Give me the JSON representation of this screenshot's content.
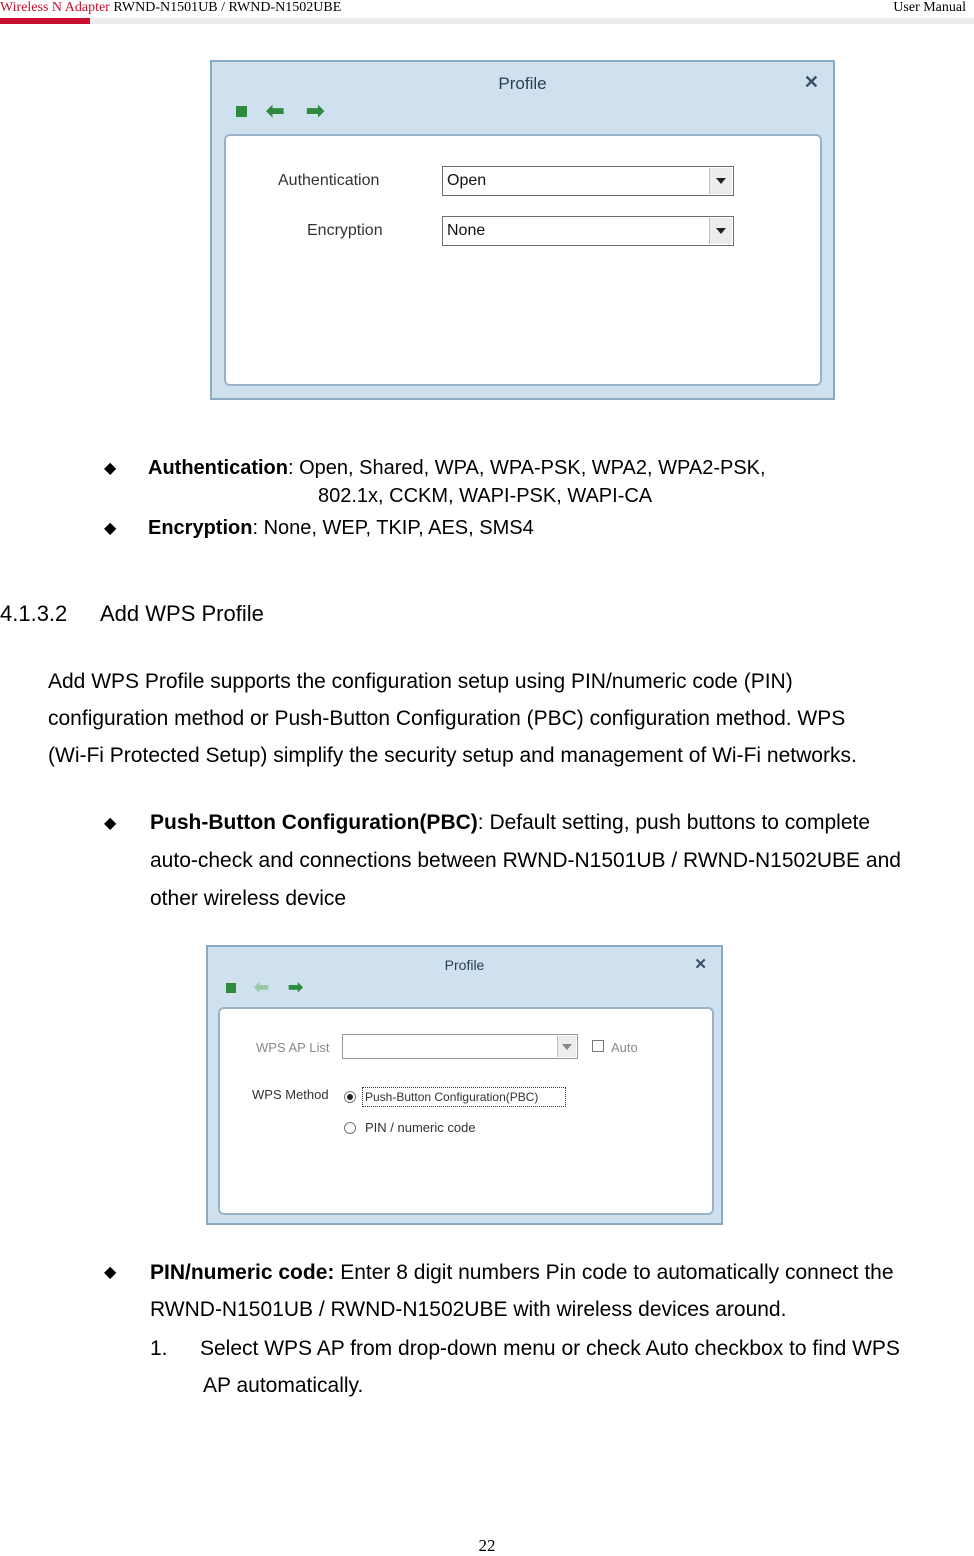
{
  "header": {
    "doc_prefix": "Wireless N Adapter",
    "doc_model": "RWND-N1501UB / RWND-N1502UBE",
    "doc_type": "User Manual"
  },
  "dialog1": {
    "title": "Profile",
    "close_glyph": "✕",
    "auth_label": "Authentication",
    "auth_value": "Open",
    "enc_label": "Encryption",
    "enc_value": "None"
  },
  "bullets1": {
    "auth_term": "Authentication",
    "auth_desc_line1": ": Open, Shared, WPA, WPA-PSK, WPA2, WPA2-PSK,",
    "auth_desc_line2": "802.1x, CCKM, WAPI-PSK, WAPI-CA",
    "enc_term": "Encryption",
    "enc_desc": ": None, WEP, TKIP, AES, SMS4"
  },
  "section": {
    "number": "4.1.3.2",
    "title": "Add WPS Profile",
    "para_lines": [
      "Add WPS Profile supports the configuration setup using PIN/numeric code (PIN)",
      "configuration method or Push-Button Configuration (PBC) configuration method. WPS",
      "(Wi-Fi Protected Setup) simplify the security setup and management of Wi-Fi networks."
    ]
  },
  "pbc_bullet": {
    "term": "Push-Button Configuration(PBC)",
    "line1": ": Default setting, push buttons to complete",
    "line2": "auto-check and connections between RWND-N1501UB / RWND-N1502UBE and",
    "line3": "other wireless device"
  },
  "dialog2": {
    "title": "Profile",
    "close_glyph": "✕",
    "ap_list_label": "WPS AP List",
    "ap_list_value": "",
    "auto_label": "Auto",
    "method_label": "WPS Method",
    "pbc_option": "Push-Button Configuration(PBC)",
    "pin_option": "PIN / numeric code"
  },
  "pin_bullet": {
    "term": "PIN/numeric code:",
    "line1": " Enter 8 digit numbers Pin code to automatically connect the",
    "line2": "RWND-N1501UB / RWND-N1502UBE with wireless devices around.",
    "step_num": "1.",
    "step_line1": "Select WPS AP from drop-down menu or check Auto checkbox to find WPS",
    "step_line2": "AP automatically."
  },
  "footer": {
    "page_number": "22"
  },
  "colors": {
    "brand_red": "#c8102e",
    "dialog_bg": "#cfe0ef",
    "toolbar_green": "#2e8b3e"
  },
  "icons": [
    "stop-icon",
    "back-arrow-icon",
    "forward-arrow-icon",
    "close-icon",
    "dropdown-arrow-icon",
    "bullet-diamond-icon"
  ]
}
